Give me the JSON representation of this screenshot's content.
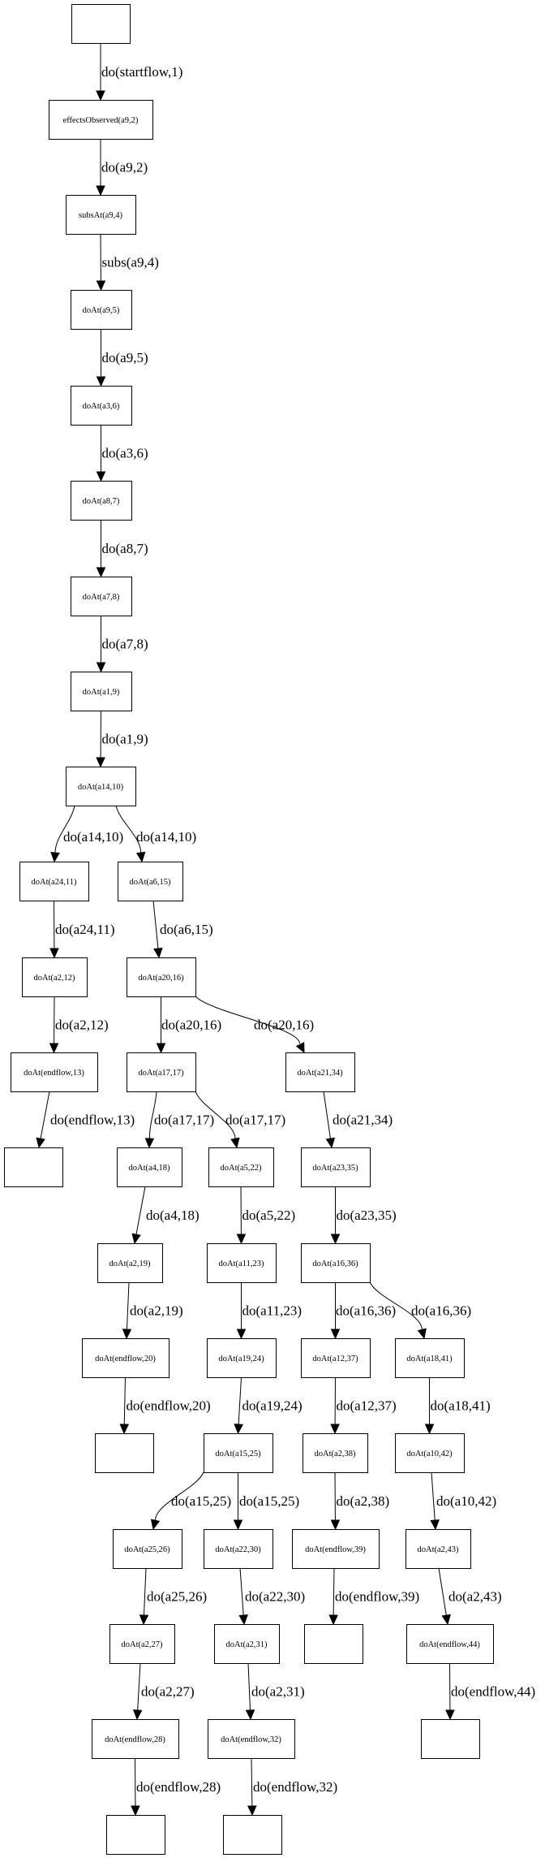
{
  "diagram": {
    "type": "directed-graph",
    "nodes": [
      {
        "id": "n0",
        "label": ""
      },
      {
        "id": "n1",
        "label": "effectsObserved(a9,2)"
      },
      {
        "id": "n2",
        "label": "subsAt(a9,4)"
      },
      {
        "id": "n3",
        "label": "doAt(a9,5)"
      },
      {
        "id": "n4",
        "label": "doAt(a3,6)"
      },
      {
        "id": "n5",
        "label": "doAt(a8,7)"
      },
      {
        "id": "n6",
        "label": "doAt(a7,8)"
      },
      {
        "id": "n7",
        "label": "doAt(a1,9)"
      },
      {
        "id": "n8",
        "label": "doAt(a14,10)"
      },
      {
        "id": "n9",
        "label": "doAt(a24,11)"
      },
      {
        "id": "n10",
        "label": "doAt(a6,15)"
      },
      {
        "id": "n11",
        "label": "doAt(a2,12)"
      },
      {
        "id": "n12",
        "label": "doAt(a20,16)"
      },
      {
        "id": "n13",
        "label": "doAt(endflow,13)"
      },
      {
        "id": "n14",
        "label": "doAt(a17,17)"
      },
      {
        "id": "n15",
        "label": "doAt(a21,34)"
      },
      {
        "id": "n16",
        "label": ""
      },
      {
        "id": "n17",
        "label": "doAt(a4,18)"
      },
      {
        "id": "n18",
        "label": "doAt(a5,22)"
      },
      {
        "id": "n19",
        "label": "doAt(a23,35)"
      },
      {
        "id": "n20",
        "label": "doAt(a2,19)"
      },
      {
        "id": "n21",
        "label": "doAt(a11,23)"
      },
      {
        "id": "n22",
        "label": "doAt(a16,36)"
      },
      {
        "id": "n23",
        "label": "doAt(endflow,20)"
      },
      {
        "id": "n24",
        "label": "doAt(a19,24)"
      },
      {
        "id": "n25",
        "label": "doAt(a12,37)"
      },
      {
        "id": "n26",
        "label": "doAt(a18,41)"
      },
      {
        "id": "n27",
        "label": ""
      },
      {
        "id": "n28",
        "label": "doAt(a15,25)"
      },
      {
        "id": "n29",
        "label": "doAt(a2,38)"
      },
      {
        "id": "n30",
        "label": "doAt(a10,42)"
      },
      {
        "id": "n31",
        "label": "doAt(a25,26)"
      },
      {
        "id": "n32",
        "label": "doAt(a22,30)"
      },
      {
        "id": "n33",
        "label": "doAt(endflow,39)"
      },
      {
        "id": "n34",
        "label": "doAt(a2,43)"
      },
      {
        "id": "n35",
        "label": "doAt(a2,27)"
      },
      {
        "id": "n36",
        "label": "doAt(a2,31)"
      },
      {
        "id": "n37",
        "label": ""
      },
      {
        "id": "n38",
        "label": "doAt(endflow,44)"
      },
      {
        "id": "n39",
        "label": "doAt(endflow,28)"
      },
      {
        "id": "n40",
        "label": "doAt(endflow,32)"
      },
      {
        "id": "n41",
        "label": ""
      },
      {
        "id": "n42",
        "label": ""
      },
      {
        "id": "n43",
        "label": ""
      }
    ],
    "edges": [
      {
        "from": "n0",
        "to": "n1",
        "label": "do(startflow,1)"
      },
      {
        "from": "n1",
        "to": "n2",
        "label": "do(a9,2)"
      },
      {
        "from": "n2",
        "to": "n3",
        "label": "subs(a9,4)"
      },
      {
        "from": "n3",
        "to": "n4",
        "label": "do(a9,5)"
      },
      {
        "from": "n4",
        "to": "n5",
        "label": "do(a3,6)"
      },
      {
        "from": "n5",
        "to": "n6",
        "label": "do(a8,7)"
      },
      {
        "from": "n6",
        "to": "n7",
        "label": "do(a7,8)"
      },
      {
        "from": "n7",
        "to": "n8",
        "label": "do(a1,9)"
      },
      {
        "from": "n8",
        "to": "n9",
        "label": "do(a14,10)"
      },
      {
        "from": "n8",
        "to": "n10",
        "label": "do(a14,10)"
      },
      {
        "from": "n9",
        "to": "n11",
        "label": "do(a24,11)"
      },
      {
        "from": "n10",
        "to": "n12",
        "label": "do(a6,15)"
      },
      {
        "from": "n11",
        "to": "n13",
        "label": "do(a2,12)"
      },
      {
        "from": "n12",
        "to": "n14",
        "label": "do(a20,16)"
      },
      {
        "from": "n12",
        "to": "n15",
        "label": "do(a20,16)"
      },
      {
        "from": "n13",
        "to": "n16",
        "label": "do(endflow,13)"
      },
      {
        "from": "n14",
        "to": "n17",
        "label": "do(a17,17)"
      },
      {
        "from": "n14",
        "to": "n18",
        "label": "do(a17,17)"
      },
      {
        "from": "n15",
        "to": "n19",
        "label": "do(a21,34)"
      },
      {
        "from": "n17",
        "to": "n20",
        "label": "do(a4,18)"
      },
      {
        "from": "n18",
        "to": "n21",
        "label": "do(a5,22)"
      },
      {
        "from": "n19",
        "to": "n22",
        "label": "do(a23,35)"
      },
      {
        "from": "n20",
        "to": "n23",
        "label": "do(a2,19)"
      },
      {
        "from": "n21",
        "to": "n24",
        "label": "do(a11,23)"
      },
      {
        "from": "n22",
        "to": "n25",
        "label": "do(a16,36)"
      },
      {
        "from": "n22",
        "to": "n26",
        "label": "do(a16,36)"
      },
      {
        "from": "n23",
        "to": "n27",
        "label": "do(endflow,20)"
      },
      {
        "from": "n24",
        "to": "n28",
        "label": "do(a19,24)"
      },
      {
        "from": "n25",
        "to": "n29",
        "label": "do(a12,37)"
      },
      {
        "from": "n26",
        "to": "n30",
        "label": "do(a18,41)"
      },
      {
        "from": "n28",
        "to": "n31",
        "label": "do(a15,25)"
      },
      {
        "from": "n28",
        "to": "n32",
        "label": "do(a15,25)"
      },
      {
        "from": "n29",
        "to": "n33",
        "label": "do(a2,38)"
      },
      {
        "from": "n30",
        "to": "n34",
        "label": "do(a10,42)"
      },
      {
        "from": "n31",
        "to": "n35",
        "label": "do(a25,26)"
      },
      {
        "from": "n32",
        "to": "n36",
        "label": "do(a22,30)"
      },
      {
        "from": "n33",
        "to": "n37",
        "label": "do(endflow,39)"
      },
      {
        "from": "n34",
        "to": "n38",
        "label": "do(a2,43)"
      },
      {
        "from": "n35",
        "to": "n39",
        "label": "do(a2,27)"
      },
      {
        "from": "n36",
        "to": "n40",
        "label": "do(a2,31)"
      },
      {
        "from": "n38",
        "to": "n43",
        "label": "do(endflow,44)"
      },
      {
        "from": "n39",
        "to": "n41",
        "label": "do(endflow,28)"
      },
      {
        "from": "n40",
        "to": "n42",
        "label": "do(endflow,32)"
      }
    ]
  }
}
